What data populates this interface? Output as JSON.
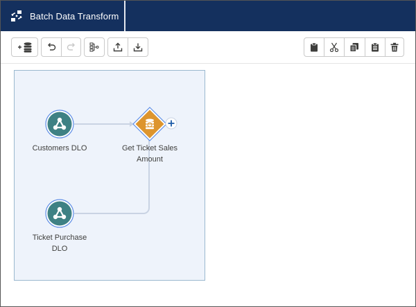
{
  "header": {
    "app_title": "Batch Data Transform",
    "logo_icon": "transform-icon"
  },
  "toolbar": {
    "left_groups": [
      [
        {
          "name": "add-input-data",
          "icon": "database-plus-icon",
          "label": "+",
          "enabled": true
        }
      ],
      [
        {
          "name": "undo",
          "icon": "undo-icon",
          "enabled": true
        },
        {
          "name": "redo",
          "icon": "redo-icon",
          "enabled": false
        }
      ],
      [
        {
          "name": "auto-layout",
          "icon": "hierarchy-icon",
          "enabled": true
        }
      ],
      [
        {
          "name": "upload",
          "icon": "upload-icon",
          "enabled": true
        },
        {
          "name": "download",
          "icon": "download-icon",
          "enabled": true
        }
      ]
    ],
    "right_group": [
      {
        "name": "clipboard",
        "icon": "clipboard-icon"
      },
      {
        "name": "cut",
        "icon": "cut-icon"
      },
      {
        "name": "copy",
        "icon": "copy-icon"
      },
      {
        "name": "paste",
        "icon": "paste-icon"
      },
      {
        "name": "delete",
        "icon": "trash-icon"
      }
    ]
  },
  "canvas": {
    "nodes": [
      {
        "id": "customers",
        "type": "input",
        "label_lines": [
          "Customers DLO"
        ]
      },
      {
        "id": "ticket-purchase",
        "type": "input",
        "label_lines": [
          "Ticket Purchase",
          "DLO"
        ]
      },
      {
        "id": "get-ticket-sales",
        "type": "transform",
        "label_lines": [
          "Get Ticket Sales",
          "Amount"
        ]
      }
    ],
    "edges": [
      {
        "from": "customers",
        "to": "get-ticket-sales"
      },
      {
        "from": "ticket-purchase",
        "to": "get-ticket-sales"
      }
    ],
    "colors": {
      "input_node": "#3e8184",
      "transform_node": "#dd952e",
      "selection": "#5e8ee6",
      "edge": "#c9d3e3",
      "add_button": "#1b5aa8"
    }
  }
}
